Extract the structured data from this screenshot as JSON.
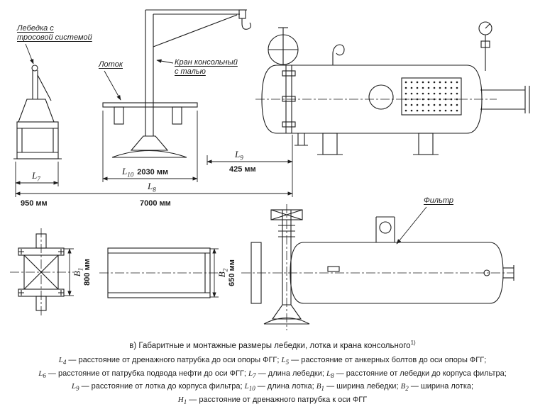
{
  "colors": {
    "ink": "#1c1c1c",
    "paper": "#ffffff"
  },
  "caption": {
    "text": "в) Габаритные и монтажные размеры лебедки, лотка и крана консольного",
    "footnote_mark": "1)"
  },
  "callouts": {
    "winch": {
      "line1": "Лебедка с",
      "line2": "тросовой системой"
    },
    "tray": {
      "text": "Лоток"
    },
    "crane": {
      "line1": "Кран консольный",
      "line2": "с талью"
    },
    "filter": {
      "text": "Фильтр"
    }
  },
  "dimensions": {
    "L7": {
      "sym": "L",
      "sub": "7",
      "value": "950 мм"
    },
    "L8": {
      "sym": "L",
      "sub": "8",
      "value": "7000 мм"
    },
    "L9": {
      "sym": "L",
      "sub": "9",
      "value": "425 мм"
    },
    "L10": {
      "sym": "L",
      "sub": "10",
      "value": "2030 мм"
    },
    "B1": {
      "sym": "B",
      "sub": "1",
      "value": "800 мм"
    },
    "B2": {
      "sym": "B",
      "sub": "2",
      "value": "650 мм"
    }
  },
  "legend": {
    "lines": [
      [
        {
          "i": "L"
        },
        {
          "s": "4"
        },
        {
          "t": " — расстояние от дренажного патрубка до оси опоры ФГГ; "
        },
        {
          "i": "L"
        },
        {
          "s": "5"
        },
        {
          "t": " — расстояние от анкерных болтов до оси опоры ФГГ;"
        }
      ],
      [
        {
          "i": "L"
        },
        {
          "s": "6"
        },
        {
          "t": " — расстояние от патрубка подвода нефти до оси ФГГ; "
        },
        {
          "i": "L"
        },
        {
          "s": "7"
        },
        {
          "t": " — длина лебедки; "
        },
        {
          "i": "L"
        },
        {
          "s": "8"
        },
        {
          "t": " — расстояние от лебедки до корпуса фильтра;"
        }
      ],
      [
        {
          "i": "L"
        },
        {
          "s": "9"
        },
        {
          "t": " — расстояние от лотка до корпуса фильтра; "
        },
        {
          "i": "L"
        },
        {
          "s": "10"
        },
        {
          "t": " — длина лотка; "
        },
        {
          "i": "B"
        },
        {
          "s": "1"
        },
        {
          "t": " — ширина лебедки; "
        },
        {
          "i": "B"
        },
        {
          "s": "2"
        },
        {
          "t": " — ширина лотка;"
        }
      ],
      [
        {
          "i": "H"
        },
        {
          "s": "1"
        },
        {
          "t": " — расстояние от дренажного патрубка к оси ФГГ"
        }
      ]
    ]
  }
}
